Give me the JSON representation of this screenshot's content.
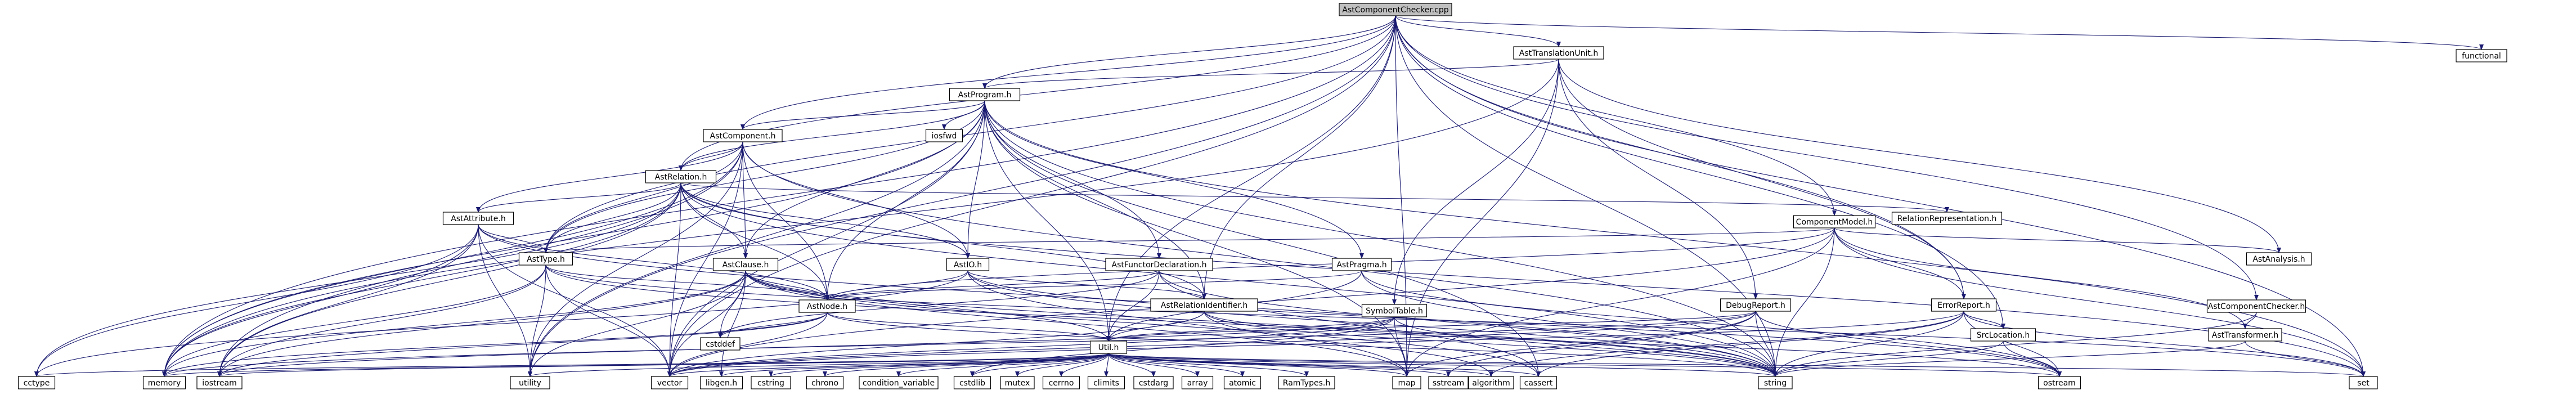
{
  "graph": {
    "root": "AstComponentChecker.cpp",
    "colors": {
      "root_fill": "#bfbfbf",
      "node_fill": "#ffffff",
      "node_border": "#000000",
      "external_border": "#bfbfbf",
      "truncated_border": "#ff0000",
      "edge": "#191970"
    },
    "nodes": [
      {
        "id": "root",
        "label": "AstComponentChecker.cpp",
        "kind": "root"
      },
      {
        "id": "functional",
        "label": "functional",
        "kind": "external"
      },
      {
        "id": "astTranslationUnit",
        "label": "AstTranslationUnit.h",
        "kind": "internal"
      },
      {
        "id": "astProgram",
        "label": "AstProgram.h",
        "kind": "internal"
      },
      {
        "id": "iosfwd",
        "label": "iosfwd",
        "kind": "external"
      },
      {
        "id": "astComponent",
        "label": "AstComponent.h",
        "kind": "internal"
      },
      {
        "id": "astRelation",
        "label": "AstRelation.h",
        "kind": "internal"
      },
      {
        "id": "astAttribute",
        "label": "AstAttribute.h",
        "kind": "internal"
      },
      {
        "id": "relationRepresentation",
        "label": "RelationRepresentation.h",
        "kind": "internal"
      },
      {
        "id": "componentModel",
        "label": "ComponentModel.h",
        "kind": "internal"
      },
      {
        "id": "astAnalysis",
        "label": "AstAnalysis.h",
        "kind": "internal"
      },
      {
        "id": "astType",
        "label": "AstType.h",
        "kind": "internal"
      },
      {
        "id": "astClause",
        "label": "AstClause.h",
        "kind": "truncated"
      },
      {
        "id": "astIO",
        "label": "AstIO.h",
        "kind": "internal"
      },
      {
        "id": "astFunctorDeclaration",
        "label": "AstFunctorDeclaration.h",
        "kind": "internal"
      },
      {
        "id": "astPragma",
        "label": "AstPragma.h",
        "kind": "internal"
      },
      {
        "id": "astComponentCheckerH",
        "label": "AstComponentChecker.h",
        "kind": "internal"
      },
      {
        "id": "astNode",
        "label": "AstNode.h",
        "kind": "internal"
      },
      {
        "id": "astRelationIdentifier",
        "label": "AstRelationIdentifier.h",
        "kind": "internal"
      },
      {
        "id": "symbolTable",
        "label": "SymbolTable.h",
        "kind": "truncated"
      },
      {
        "id": "debugReport",
        "label": "DebugReport.h",
        "kind": "truncated"
      },
      {
        "id": "errorReport",
        "label": "ErrorReport.h",
        "kind": "internal"
      },
      {
        "id": "astTransformer",
        "label": "AstTransformer.h",
        "kind": "internal"
      },
      {
        "id": "srcLocation",
        "label": "SrcLocation.h",
        "kind": "internal"
      },
      {
        "id": "cstddef",
        "label": "cstddef",
        "kind": "external"
      },
      {
        "id": "utilH",
        "label": "Util.h",
        "kind": "truncated"
      },
      {
        "id": "cctype",
        "label": "cctype",
        "kind": "external"
      },
      {
        "id": "memory",
        "label": "memory",
        "kind": "external"
      },
      {
        "id": "iostream",
        "label": "iostream",
        "kind": "external"
      },
      {
        "id": "utility",
        "label": "utility",
        "kind": "external"
      },
      {
        "id": "vector",
        "label": "vector",
        "kind": "external"
      },
      {
        "id": "libgen",
        "label": "libgen.h",
        "kind": "external"
      },
      {
        "id": "cstring",
        "label": "cstring",
        "kind": "external"
      },
      {
        "id": "chrono",
        "label": "chrono",
        "kind": "external"
      },
      {
        "id": "condition_variable",
        "label": "condition_variable",
        "kind": "external"
      },
      {
        "id": "cstdlib",
        "label": "cstdlib",
        "kind": "external"
      },
      {
        "id": "mutex",
        "label": "mutex",
        "kind": "external"
      },
      {
        "id": "cerrno",
        "label": "cerrno",
        "kind": "external"
      },
      {
        "id": "climits",
        "label": "climits",
        "kind": "external"
      },
      {
        "id": "cstdarg",
        "label": "cstdarg",
        "kind": "external"
      },
      {
        "id": "array",
        "label": "array",
        "kind": "external"
      },
      {
        "id": "atomic",
        "label": "atomic",
        "kind": "external"
      },
      {
        "id": "ramTypes",
        "label": "RamTypes.h",
        "kind": "truncated"
      },
      {
        "id": "map",
        "label": "map",
        "kind": "external"
      },
      {
        "id": "sstream",
        "label": "sstream",
        "kind": "external"
      },
      {
        "id": "algorithm",
        "label": "algorithm",
        "kind": "external"
      },
      {
        "id": "cassert",
        "label": "cassert",
        "kind": "external"
      },
      {
        "id": "string",
        "label": "string",
        "kind": "external"
      },
      {
        "id": "ostream",
        "label": "ostream",
        "kind": "external"
      },
      {
        "id": "set",
        "label": "set",
        "kind": "external"
      }
    ],
    "edges": [
      [
        "root",
        "functional"
      ],
      [
        "root",
        "astTranslationUnit"
      ],
      [
        "root",
        "astProgram"
      ],
      [
        "root",
        "astComponent"
      ],
      [
        "root",
        "astRelation"
      ],
      [
        "root",
        "componentModel"
      ],
      [
        "root",
        "astComponentCheckerH"
      ],
      [
        "root",
        "errorReport"
      ],
      [
        "root",
        "srcLocation"
      ],
      [
        "root",
        "astRelationIdentifier"
      ],
      [
        "root",
        "astType"
      ],
      [
        "root",
        "utilH"
      ],
      [
        "root",
        "map"
      ],
      [
        "root",
        "set"
      ],
      [
        "root",
        "string"
      ],
      [
        "root",
        "utility"
      ],
      [
        "root",
        "vector"
      ],
      [
        "root",
        "memory"
      ],
      [
        "astTranslationUnit",
        "astProgram"
      ],
      [
        "astTranslationUnit",
        "astAnalysis"
      ],
      [
        "astTranslationUnit",
        "debugReport"
      ],
      [
        "astTranslationUnit",
        "errorReport"
      ],
      [
        "astTranslationUnit",
        "map"
      ],
      [
        "astTranslationUnit",
        "memory"
      ],
      [
        "astTranslationUnit",
        "symbolTable"
      ],
      [
        "astProgram",
        "iosfwd"
      ],
      [
        "astProgram",
        "astComponent"
      ],
      [
        "astProgram",
        "astRelation"
      ],
      [
        "astProgram",
        "astType"
      ],
      [
        "astProgram",
        "astIO"
      ],
      [
        "astProgram",
        "astFunctorDeclaration"
      ],
      [
        "astProgram",
        "astPragma"
      ],
      [
        "astProgram",
        "astClause"
      ],
      [
        "astProgram",
        "astNode"
      ],
      [
        "astProgram",
        "astRelationIdentifier"
      ],
      [
        "astProgram",
        "utilH"
      ],
      [
        "astProgram",
        "map"
      ],
      [
        "astProgram",
        "set"
      ],
      [
        "astProgram",
        "string"
      ],
      [
        "astProgram",
        "vector"
      ],
      [
        "astProgram",
        "memory"
      ],
      [
        "astProgram",
        "cassert"
      ],
      [
        "astProgram",
        "utility"
      ],
      [
        "astComponent",
        "astRelation"
      ],
      [
        "astComponent",
        "astType"
      ],
      [
        "astComponent",
        "astIO"
      ],
      [
        "astComponent",
        "astClause"
      ],
      [
        "astComponent",
        "astNode"
      ],
      [
        "astComponent",
        "astAttribute"
      ],
      [
        "astComponent",
        "memory"
      ],
      [
        "astComponent",
        "vector"
      ],
      [
        "astComponent",
        "utility"
      ],
      [
        "astComponent",
        "iostream"
      ],
      [
        "astComponent",
        "string"
      ],
      [
        "astRelation",
        "astAttribute"
      ],
      [
        "astRelation",
        "astClause"
      ],
      [
        "astRelation",
        "astIO"
      ],
      [
        "astRelation",
        "astNode"
      ],
      [
        "astRelation",
        "astType"
      ],
      [
        "astRelation",
        "relationRepresentation"
      ],
      [
        "astRelation",
        "astRelationIdentifier"
      ],
      [
        "astRelation",
        "cctype"
      ],
      [
        "astRelation",
        "memory"
      ],
      [
        "astRelation",
        "vector"
      ],
      [
        "astRelation",
        "set"
      ],
      [
        "astRelation",
        "string"
      ],
      [
        "astRelation",
        "iostream"
      ],
      [
        "astAttribute",
        "astNode"
      ],
      [
        "astAttribute",
        "astType"
      ],
      [
        "astAttribute",
        "cctype"
      ],
      [
        "astAttribute",
        "memory"
      ],
      [
        "astAttribute",
        "vector"
      ],
      [
        "astAttribute",
        "utility"
      ],
      [
        "astAttribute",
        "iostream"
      ],
      [
        "astAttribute",
        "string"
      ],
      [
        "componentModel",
        "astAnalysis"
      ],
      [
        "componentModel",
        "astTransformer"
      ],
      [
        "componentModel",
        "astType"
      ],
      [
        "componentModel",
        "astNode"
      ],
      [
        "componentModel",
        "errorReport"
      ],
      [
        "componentModel",
        "set"
      ],
      [
        "componentModel",
        "string"
      ],
      [
        "componentModel",
        "vector"
      ],
      [
        "componentModel",
        "map"
      ],
      [
        "astType",
        "astNode"
      ],
      [
        "astType",
        "utility"
      ],
      [
        "astType",
        "vector"
      ],
      [
        "astType",
        "memory"
      ],
      [
        "astType",
        "iostream"
      ],
      [
        "astType",
        "string"
      ],
      [
        "astType",
        "set"
      ],
      [
        "astClause",
        "astNode"
      ],
      [
        "astClause",
        "cstddef"
      ],
      [
        "astClause",
        "utilH"
      ],
      [
        "astClause",
        "memory"
      ],
      [
        "astClause",
        "vector"
      ],
      [
        "astClause",
        "libgen"
      ],
      [
        "astClause",
        "utility"
      ],
      [
        "astClause",
        "iostream"
      ],
      [
        "astClause",
        "string"
      ],
      [
        "astClause",
        "map"
      ],
      [
        "astClause",
        "cassert"
      ],
      [
        "astIO",
        "astNode"
      ],
      [
        "astIO",
        "astRelationIdentifier"
      ],
      [
        "astIO",
        "map"
      ],
      [
        "astIO",
        "string"
      ],
      [
        "astIO",
        "ostream"
      ],
      [
        "astIO",
        "cctype"
      ],
      [
        "astFunctorDeclaration",
        "utilH"
      ],
      [
        "astFunctorDeclaration",
        "astNode"
      ],
      [
        "astFunctorDeclaration",
        "cstddef"
      ],
      [
        "astFunctorDeclaration",
        "string"
      ],
      [
        "astFunctorDeclaration",
        "cassert"
      ],
      [
        "astPragma",
        "astNode"
      ],
      [
        "astPragma",
        "utilH"
      ],
      [
        "astPragma",
        "string"
      ],
      [
        "astPragma",
        "ostream"
      ],
      [
        "astComponentCheckerH",
        "astTransformer"
      ],
      [
        "astComponentCheckerH",
        "string"
      ],
      [
        "astNode",
        "utilH"
      ],
      [
        "astNode",
        "cstddef"
      ],
      [
        "astNode",
        "memory"
      ],
      [
        "astNode",
        "vector"
      ],
      [
        "astNode",
        "iostream"
      ],
      [
        "astNode",
        "string"
      ],
      [
        "astRelationIdentifier",
        "utilH"
      ],
      [
        "astRelationIdentifier",
        "vector"
      ],
      [
        "astRelationIdentifier",
        "string"
      ],
      [
        "astRelationIdentifier",
        "ostream"
      ],
      [
        "astRelationIdentifier",
        "algorithm"
      ],
      [
        "symbolTable",
        "utilH"
      ],
      [
        "symbolTable",
        "map"
      ],
      [
        "symbolTable",
        "string"
      ],
      [
        "symbolTable",
        "vector"
      ],
      [
        "symbolTable",
        "iostream"
      ],
      [
        "symbolTable",
        "cstdlib"
      ],
      [
        "debugReport",
        "utilH"
      ],
      [
        "debugReport",
        "sstream"
      ],
      [
        "debugReport",
        "string"
      ],
      [
        "debugReport",
        "vector"
      ],
      [
        "debugReport",
        "ostream"
      ],
      [
        "debugReport",
        "memory"
      ],
      [
        "debugReport",
        "map"
      ],
      [
        "errorReport",
        "srcLocation"
      ],
      [
        "errorReport",
        "string"
      ],
      [
        "errorReport",
        "set"
      ],
      [
        "errorReport",
        "vector"
      ],
      [
        "errorReport",
        "ostream"
      ],
      [
        "errorReport",
        "cassert"
      ],
      [
        "errorReport",
        "algorithm"
      ],
      [
        "astTransformer",
        "string"
      ],
      [
        "astTransformer",
        "set"
      ],
      [
        "srcLocation",
        "string"
      ],
      [
        "srcLocation",
        "ostream"
      ],
      [
        "utilH",
        "ramTypes"
      ],
      [
        "utilH",
        "cctype"
      ],
      [
        "utilH",
        "memory"
      ],
      [
        "utilH",
        "iostream"
      ],
      [
        "utilH",
        "utility"
      ],
      [
        "utilH",
        "vector"
      ],
      [
        "utilH",
        "libgen"
      ],
      [
        "utilH",
        "cstring"
      ],
      [
        "utilH",
        "chrono"
      ],
      [
        "utilH",
        "condition_variable"
      ],
      [
        "utilH",
        "cstdlib"
      ],
      [
        "utilH",
        "mutex"
      ],
      [
        "utilH",
        "cerrno"
      ],
      [
        "utilH",
        "climits"
      ],
      [
        "utilH",
        "cstdarg"
      ],
      [
        "utilH",
        "array"
      ],
      [
        "utilH",
        "atomic"
      ],
      [
        "utilH",
        "map"
      ],
      [
        "utilH",
        "sstream"
      ],
      [
        "utilH",
        "algorithm"
      ],
      [
        "utilH",
        "cassert"
      ],
      [
        "utilH",
        "string"
      ],
      [
        "utilH",
        "ostream"
      ],
      [
        "utilH",
        "set"
      ]
    ]
  }
}
